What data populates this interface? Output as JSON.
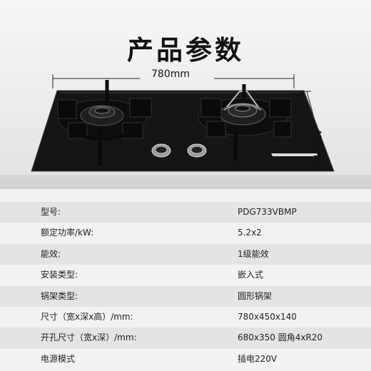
{
  "title": "产品参数",
  "dimensions": {
    "width": "780mm",
    "depth": "450mm"
  },
  "specs": [
    {
      "label": "型号:",
      "value": "PDG733VBMP"
    },
    {
      "label": "额定功率/kW:",
      "value": "5.2x2"
    },
    {
      "label": "能效:",
      "value": "1级能效"
    },
    {
      "label": "安装类型:",
      "value": "嵌入式"
    },
    {
      "label": "锅架类型:",
      "value": "圆形锅架"
    },
    {
      "label": "尺寸（宽x深x高）/mm:",
      "value": "780x450x140"
    },
    {
      "label": "开孔尺寸（宽x深）/mm:",
      "value": "680x350 圆角4xR20"
    },
    {
      "label": "电源模式",
      "value": "插电220V"
    }
  ],
  "colors": {
    "glass": "#141414",
    "row_shade": "#e4e4e4",
    "background": "#f2f2f2"
  },
  "icons": [
    "gas-burner-left-icon",
    "gas-burner-right-icon",
    "control-knob-left-icon",
    "control-knob-right-icon"
  ]
}
